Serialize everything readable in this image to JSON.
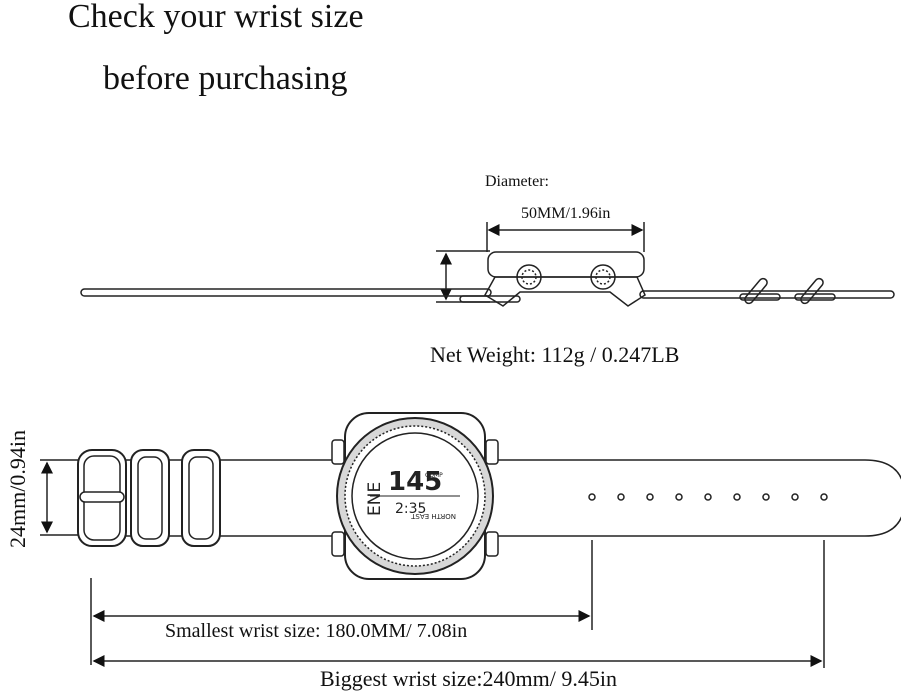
{
  "title": {
    "line1": "Check your wrist size",
    "line2": "before purchasing"
  },
  "side_view": {
    "diameter_label": "Diameter:",
    "diameter_value": "50MM/1.96in",
    "net_weight": "Net Weight: 112g / 0.247LB"
  },
  "front_view": {
    "band_width": "24mm/0.94in",
    "smallest": "Smallest wrist size: 180.0MM/ 7.08in",
    "biggest": "Biggest wrist size:240mm/ 9.45in",
    "watch_display": {
      "direction": "ENE",
      "degrees": "145",
      "time": "2:35",
      "mode": "COMP",
      "label": "NORTH EAST"
    }
  }
}
